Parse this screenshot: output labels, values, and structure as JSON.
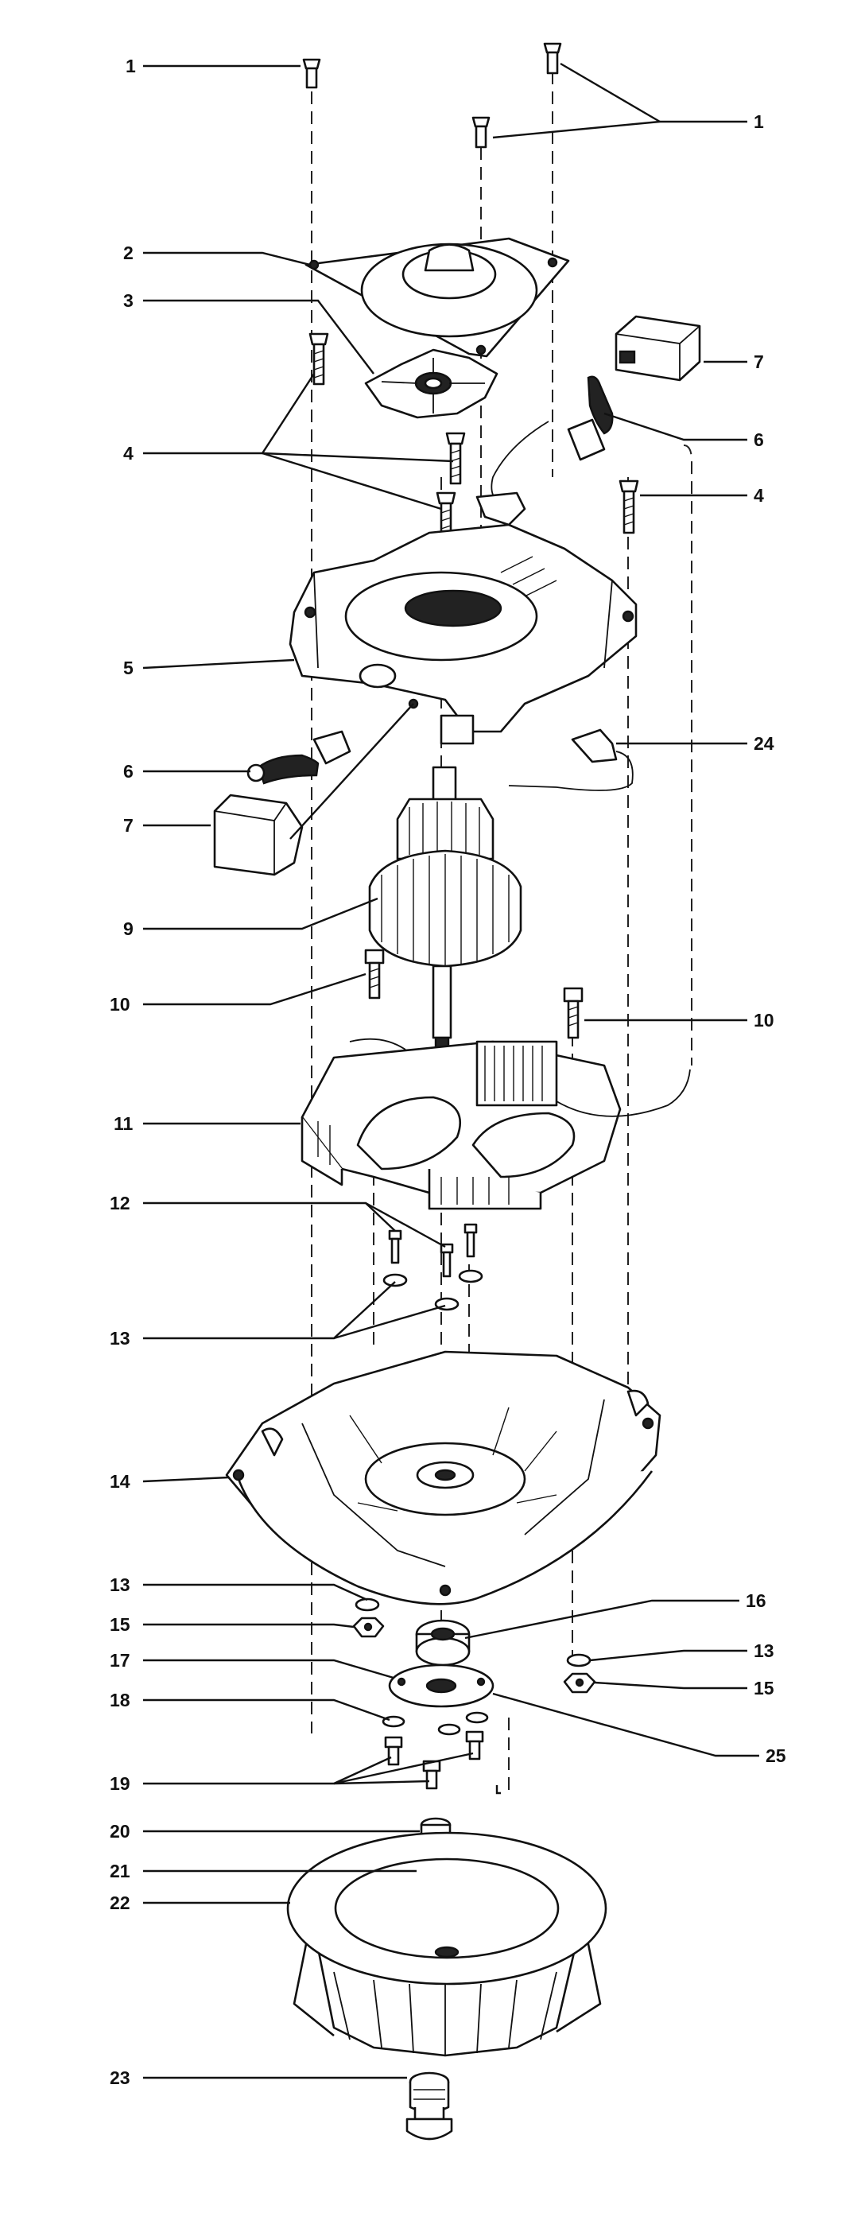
{
  "callouts": {
    "c1a": "1",
    "c1b": "1",
    "c2": "2",
    "c3": "3",
    "c4a": "4",
    "c4b": "4",
    "c5": "5",
    "c6a": "6",
    "c6b": "6",
    "c7a": "7",
    "c7b": "7",
    "c9": "9",
    "c10a": "10",
    "c10b": "10",
    "c11": "11",
    "c12": "12",
    "c13a": "13",
    "c13b": "13",
    "c13c": "13",
    "c14": "14",
    "c15a": "15",
    "c15b": "15",
    "c16": "16",
    "c17": "17",
    "c18": "18",
    "c19": "19",
    "c20": "20",
    "c21": "21",
    "c22": "22",
    "c23": "23",
    "c24": "24",
    "c25": "25"
  },
  "colors": {
    "ink": "#111111",
    "paper": "#ffffff"
  }
}
